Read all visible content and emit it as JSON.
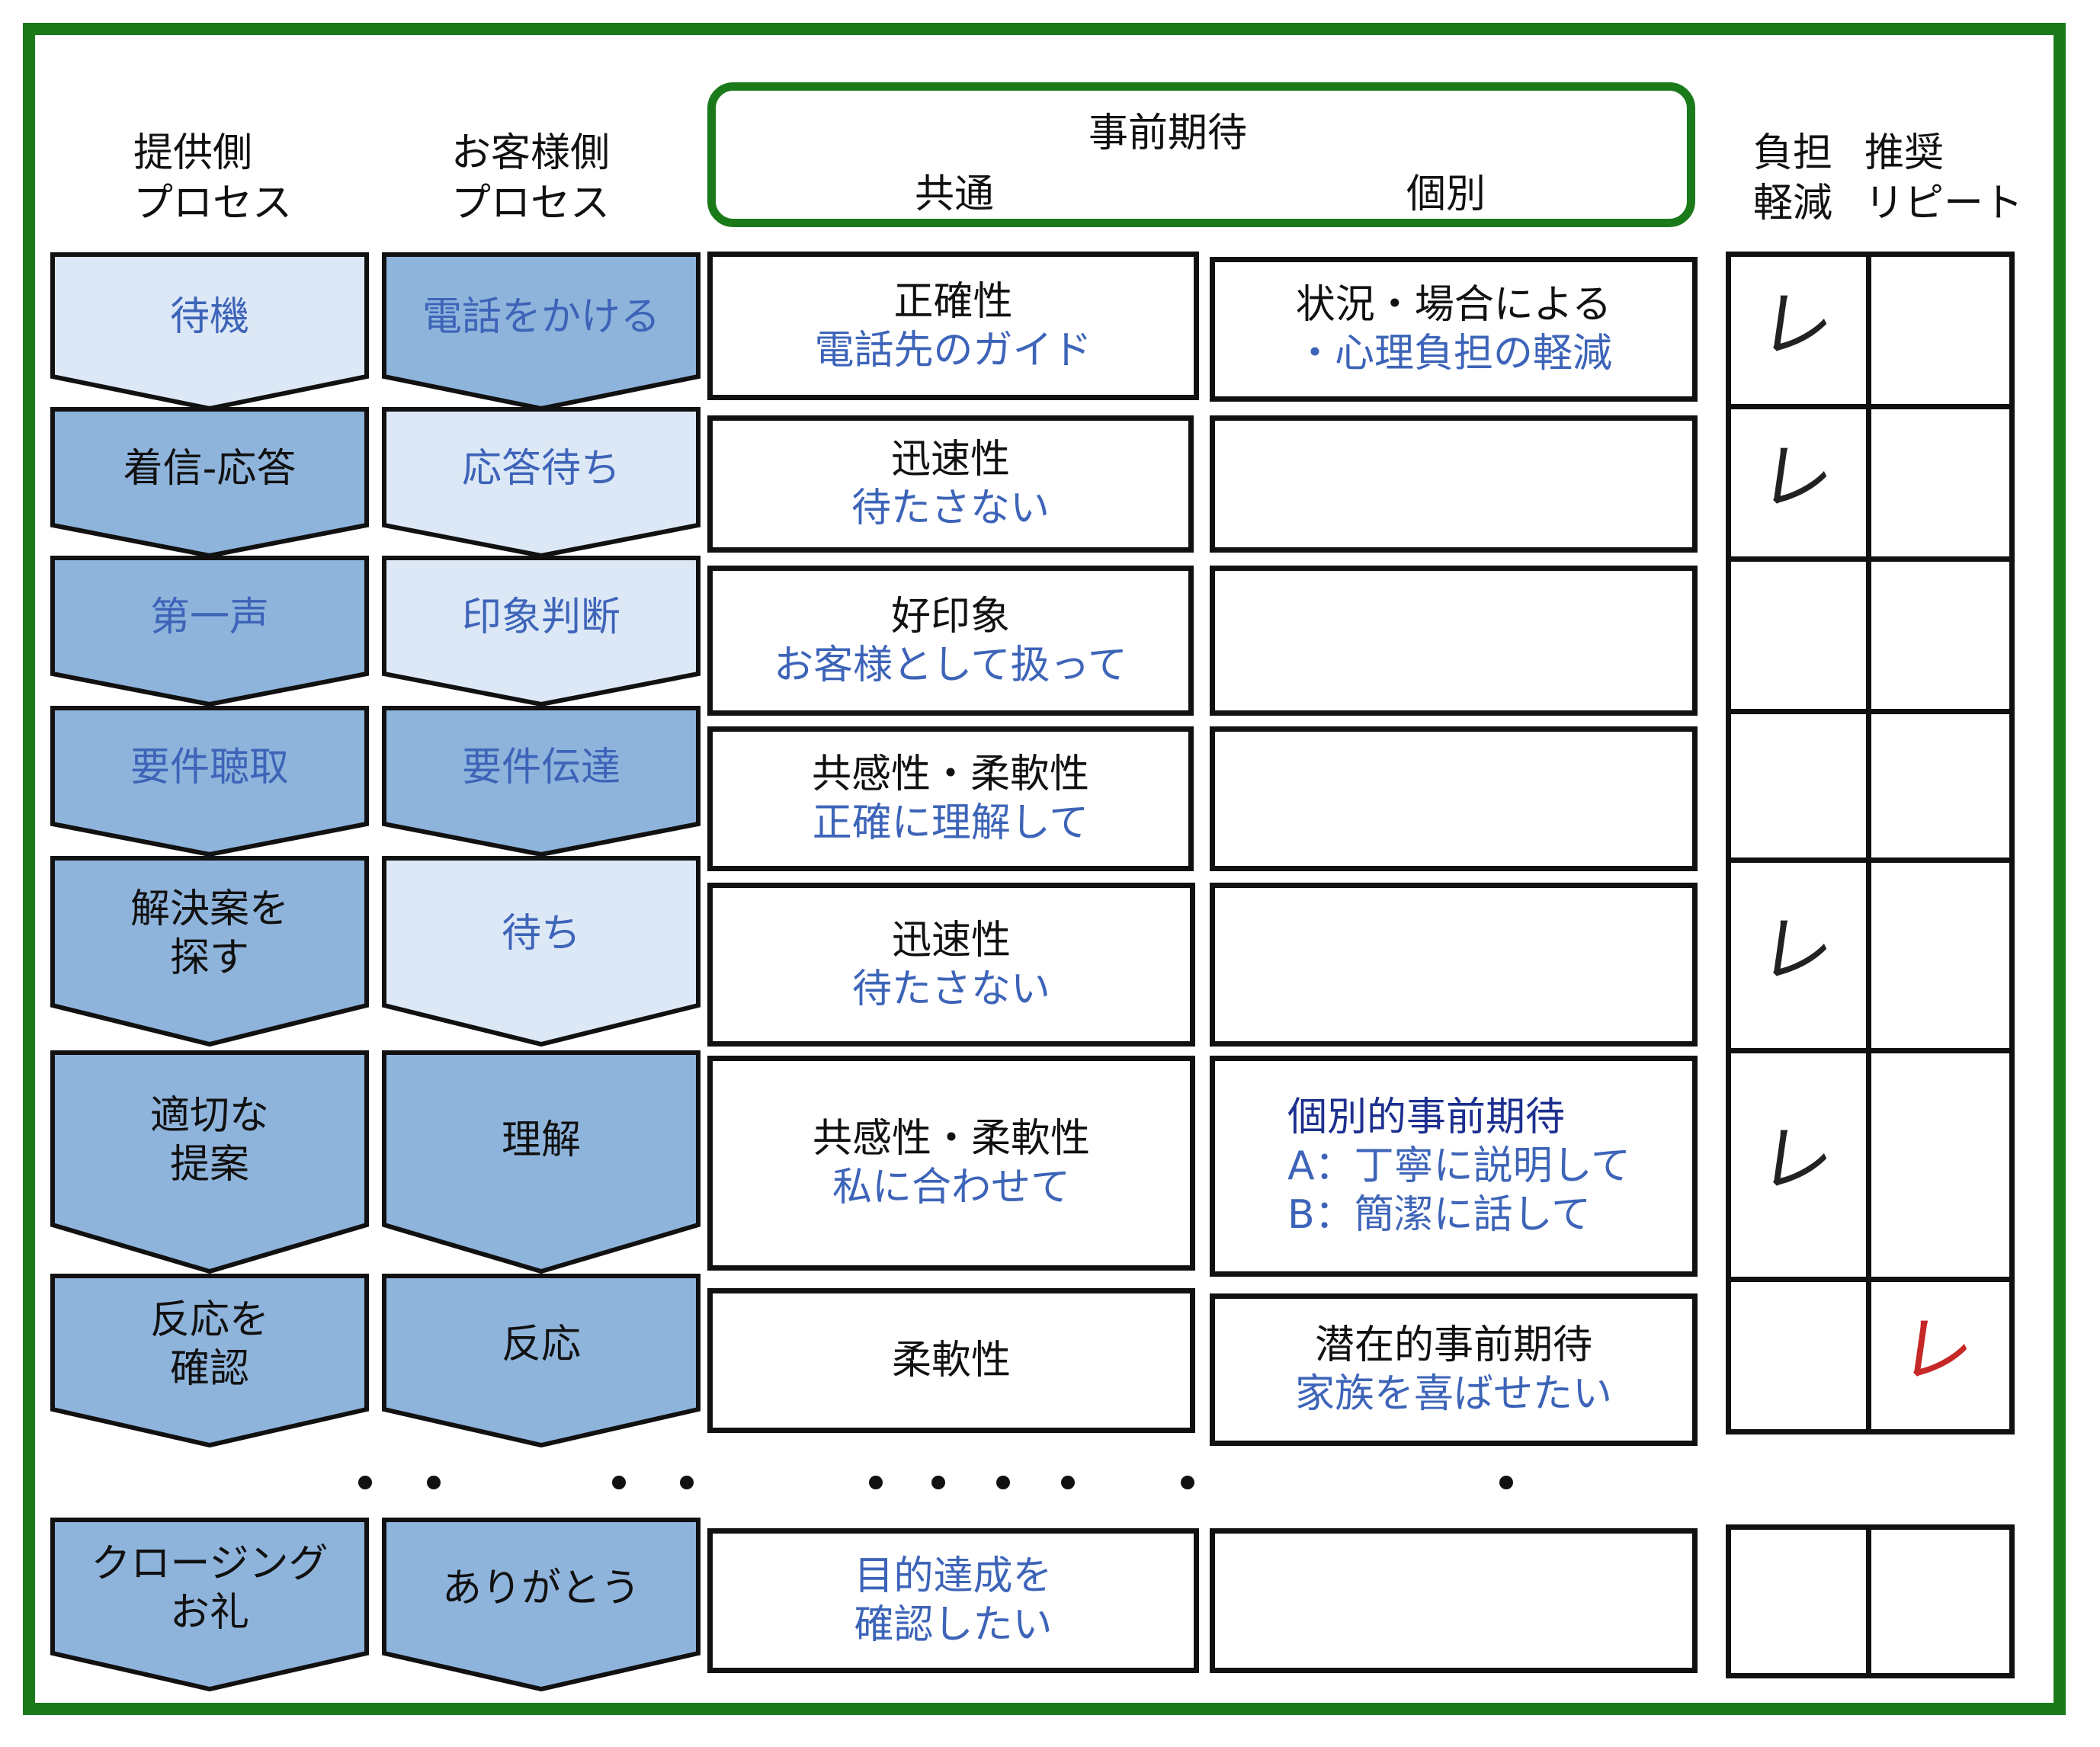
{
  "headers": {
    "provider": [
      "提供側",
      "プロセス"
    ],
    "customer": [
      "お客様側",
      "プロセス"
    ],
    "expectation_title": "事前期待",
    "common": "共通",
    "individual": "個別",
    "burden": [
      "負担",
      "軽減"
    ],
    "repeat": [
      "推奨",
      "リピート"
    ]
  },
  "provider_steps": [
    {
      "lines": [
        "待機"
      ],
      "fill": "light",
      "text": "blue"
    },
    {
      "lines": [
        "着信-応答"
      ],
      "fill": "mid",
      "text": "black"
    },
    {
      "lines": [
        "第一声"
      ],
      "fill": "mid",
      "text": "blue"
    },
    {
      "lines": [
        "要件聴取"
      ],
      "fill": "mid",
      "text": "blue"
    },
    {
      "lines": [
        "解決案を",
        "探す"
      ],
      "fill": "mid",
      "text": "black"
    },
    {
      "lines": [
        "適切な",
        "提案"
      ],
      "fill": "mid",
      "text": "black"
    },
    {
      "lines": [
        "反応を",
        "確認"
      ],
      "fill": "mid",
      "text": "black"
    },
    {
      "lines": [
        "クロージング",
        "お礼"
      ],
      "fill": "mid",
      "text": "black"
    }
  ],
  "customer_steps": [
    {
      "lines": [
        "電話をかける"
      ],
      "fill": "mid",
      "text": "blue"
    },
    {
      "lines": [
        "応答待ち"
      ],
      "fill": "light",
      "text": "blue"
    },
    {
      "lines": [
        "印象判断"
      ],
      "fill": "light",
      "text": "blue"
    },
    {
      "lines": [
        "要件伝達"
      ],
      "fill": "mid",
      "text": "blue"
    },
    {
      "lines": [
        "待ち"
      ],
      "fill": "light",
      "text": "blue"
    },
    {
      "lines": [
        "理解"
      ],
      "fill": "mid",
      "text": "black"
    },
    {
      "lines": [
        "反応"
      ],
      "fill": "mid",
      "text": "black"
    },
    {
      "lines": [
        "ありがとう"
      ],
      "fill": "mid",
      "text": "black"
    }
  ],
  "common": [
    {
      "lines": [
        {
          "t": "正確性",
          "c": "black"
        },
        {
          "t": "電話先のガイド",
          "c": "blue"
        }
      ]
    },
    {
      "lines": [
        {
          "t": "迅速性",
          "c": "black"
        },
        {
          "t": "待たさない",
          "c": "blue"
        }
      ]
    },
    {
      "lines": [
        {
          "t": "好印象",
          "c": "black"
        },
        {
          "t": "お客様として扱って",
          "c": "blue"
        }
      ]
    },
    {
      "lines": [
        {
          "t": "共感性・柔軟性",
          "c": "black"
        },
        {
          "t": "正確に理解して",
          "c": "blue"
        }
      ]
    },
    {
      "lines": [
        {
          "t": "迅速性",
          "c": "black"
        },
        {
          "t": "待たさない",
          "c": "blue"
        }
      ]
    },
    {
      "lines": [
        {
          "t": "共感性・柔軟性",
          "c": "black"
        },
        {
          "t": "私に合わせて",
          "c": "blue"
        }
      ]
    },
    {
      "lines": [
        {
          "t": "柔軟性",
          "c": "black"
        }
      ]
    },
    {
      "lines": [
        {
          "t": "目的達成を",
          "c": "blue"
        },
        {
          "t": "確認したい",
          "c": "blue"
        }
      ]
    }
  ],
  "individual": [
    {
      "lines": [
        {
          "t": "状況・場合による",
          "c": "black"
        },
        {
          "t": "・心理負担の軽減",
          "c": "blue"
        }
      ]
    },
    {
      "lines": []
    },
    {
      "lines": []
    },
    {
      "lines": []
    },
    {
      "lines": []
    },
    {
      "lines": [
        {
          "t": "個別的事前期待",
          "c": "navy"
        },
        {
          "t": "A：丁寧に説明して",
          "c": "blue"
        },
        {
          "t": "B：簡潔に話して",
          "c": "blue"
        }
      ],
      "align": "left"
    },
    {
      "lines": [
        {
          "t": "潜在的事前期待",
          "c": "black"
        },
        {
          "t": "家族を喜ばせたい",
          "c": "blue"
        }
      ]
    },
    {
      "lines": []
    }
  ],
  "checks": {
    "symbol": "レ",
    "burden": [
      true,
      true,
      false,
      false,
      true,
      true,
      false,
      false
    ],
    "repeat": [
      false,
      false,
      false,
      false,
      false,
      false,
      true,
      false
    ],
    "repeat_color": "#c62828",
    "burden_color": "#222222"
  },
  "colors": {
    "frame": "#1a7a1a",
    "chevron_mid": "#8fb4dc",
    "chevron_light": "#dce8f6",
    "text_blue": "#3d64b8",
    "text_navy": "#1c2f8f"
  }
}
